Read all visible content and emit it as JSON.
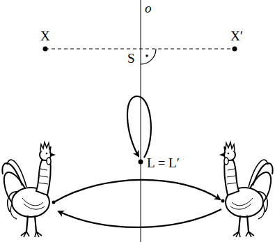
{
  "diagram": {
    "labels": [
      "o",
      "X",
      "X′",
      "S",
      "L = L′"
    ]
  }
}
